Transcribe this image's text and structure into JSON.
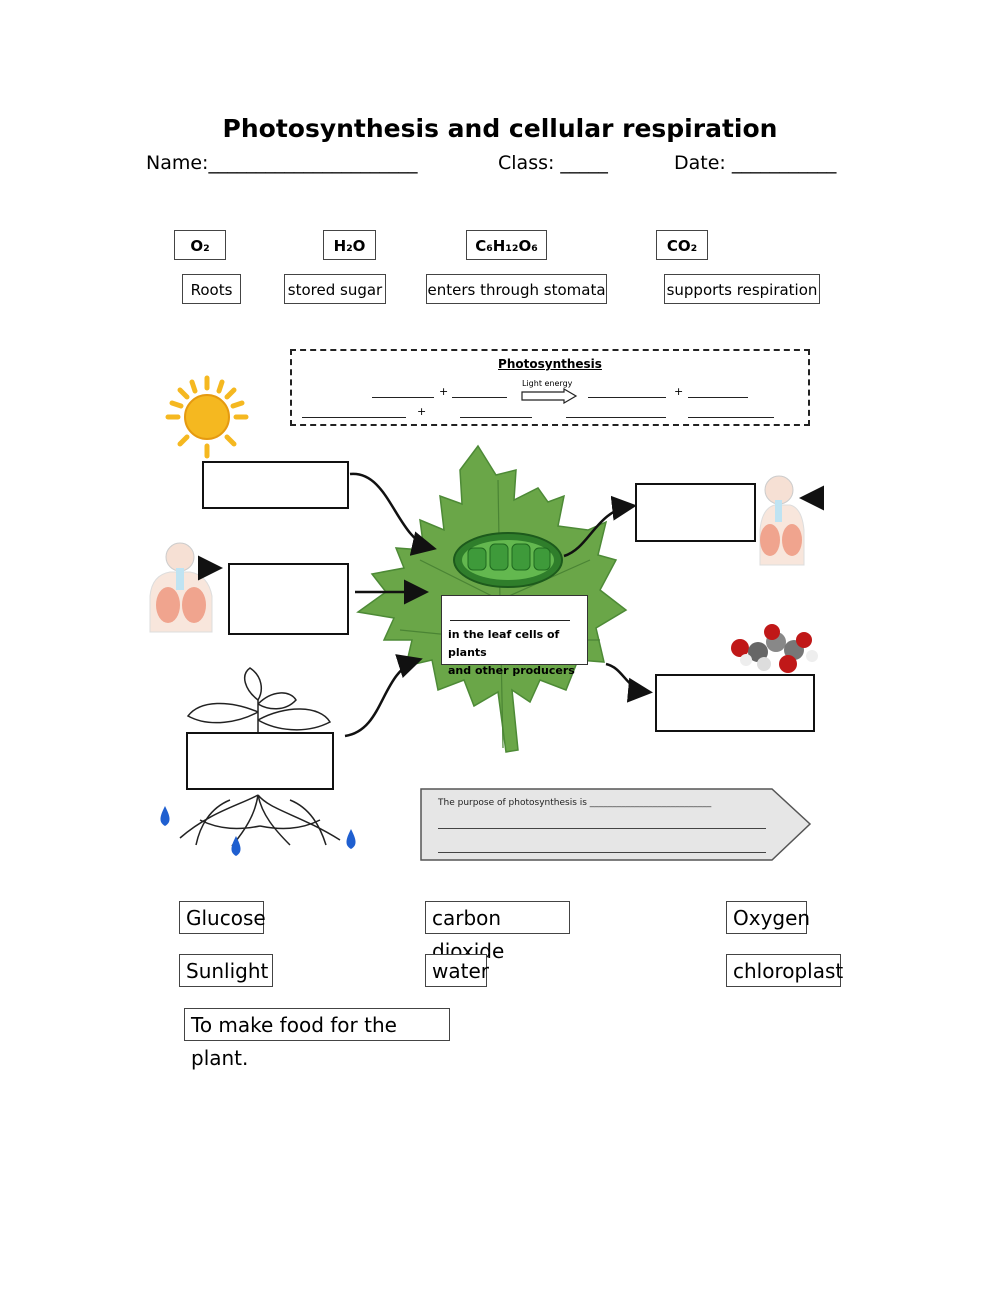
{
  "title": "Photosynthesis and cellular respiration",
  "header": {
    "name_label": "Name:______________________",
    "class_label": "Class: _____",
    "date_label": "Date: ___________"
  },
  "top_chips": [
    "O₂",
    "H₂O",
    "C₆H₁₂O₆",
    "CO₂"
  ],
  "desc_chips": [
    "Roots",
    "stored sugar",
    "enters through stomata",
    "supports respiration"
  ],
  "equation": {
    "title": "Photosynthesis",
    "arrow_label": "Light energy",
    "plus": "+"
  },
  "leaf_info": {
    "text_line1": "in the leaf cells of plants",
    "text_line2": "and other producers"
  },
  "purpose": {
    "text": "The purpose of photosynthesis is ___________________________"
  },
  "answer_chips": [
    "Glucose",
    "carbon dioxide",
    "Oxygen",
    "Sunlight",
    "water",
    "chloroplast"
  ],
  "answer_sentence": "To make food for the plant.",
  "colors": {
    "leaf": "#6aa648",
    "leaf_dark": "#3f7a2a",
    "sun": "#f5b820",
    "chloroplast": "#3e9a3a",
    "water": "#1f5fd0"
  }
}
